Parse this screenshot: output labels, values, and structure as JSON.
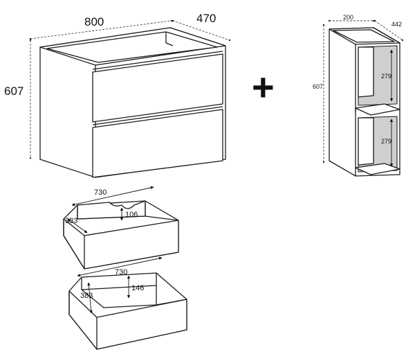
{
  "cabinet": {
    "width": "800",
    "depth": "470",
    "height": "607"
  },
  "plus": "+",
  "shelf_unit": {
    "width": "200",
    "depth": "442",
    "height": "607",
    "upper_compartment": "279",
    "lower_compartment": "279"
  },
  "top_drawer": {
    "width": "730",
    "depth": "333",
    "cutout_depth": "106"
  },
  "bottom_drawer": {
    "width": "730",
    "depth": "383",
    "step_height": "146"
  }
}
